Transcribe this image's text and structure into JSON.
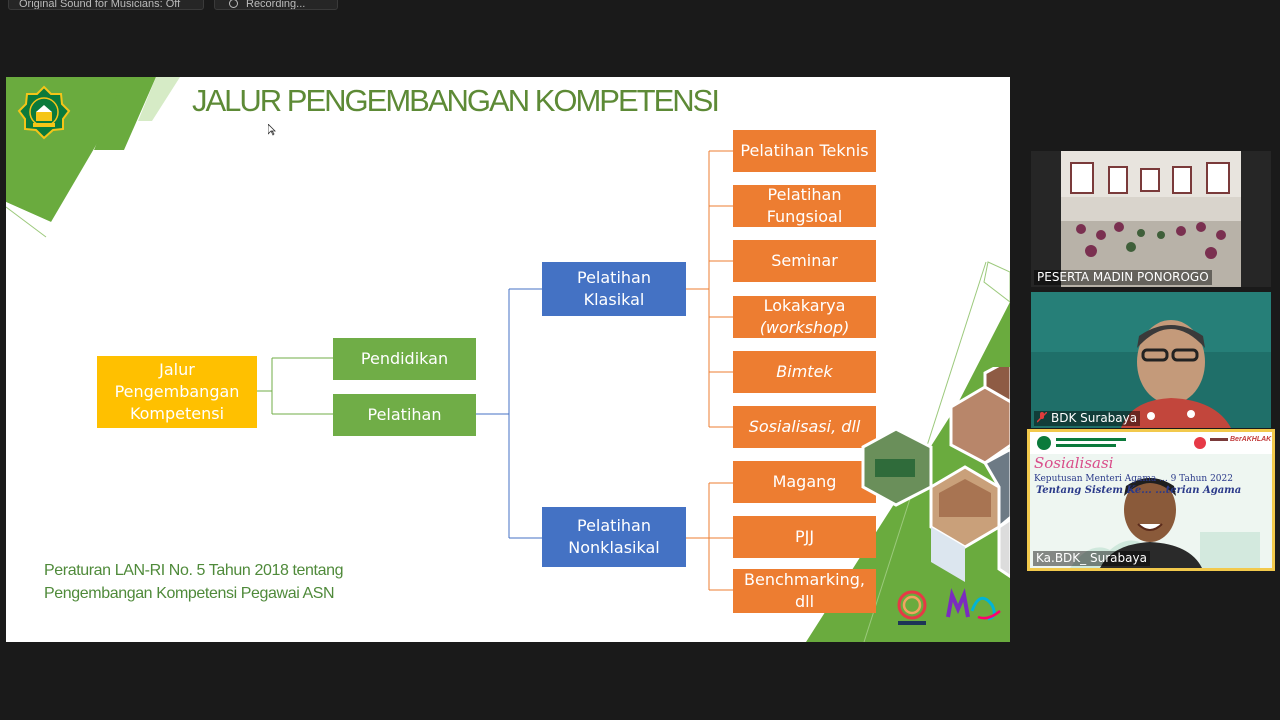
{
  "toolbar": {
    "left_pill": "Original Sound for Musicians: Off",
    "recording": "Recording..."
  },
  "slide": {
    "title": "JALUR PENGEMBANGAN KOMPETENSI",
    "root": {
      "line1": "Jalur",
      "line2": "Pengembangan",
      "line3": "Kompetensi"
    },
    "level1": {
      "pendidikan": "Pendidikan",
      "pelatihan": "Pelatihan"
    },
    "level2": {
      "klasikal_l1": "Pelatihan",
      "klasikal_l2": "Klasikal",
      "nonklasikal_l1": "Pelatihan",
      "nonklasikal_l2": "Nonklasikal"
    },
    "klasikal_items": {
      "teknis": "Pelatihan Teknis",
      "fungsional_l1": "Pelatihan",
      "fungsional_l2": "Fungsioal",
      "seminar": "Seminar",
      "lokakarya_l1": "Lokakarya",
      "lokakarya_l2": "(workshop)",
      "bimtek": "Bimtek",
      "sosialisasi": "Sosialisasi, dll"
    },
    "nonklasikal_items": {
      "magang": "Magang",
      "pjj": "PJJ",
      "benchmarking_l1": "Benchmarking,",
      "benchmarking_l2": "dll"
    },
    "regulation": {
      "line1": "Peraturan LAN-RI No. 5 Tahun 2018 tentang",
      "line2": "Pengembangan Kompetensi Pegawai ASN"
    },
    "colors": {
      "title_green": "#5d8a36",
      "yellow": "#ffc000",
      "green": "#70ad47",
      "blue": "#4472c4",
      "orange": "#ed7d31"
    }
  },
  "participants": [
    {
      "name": "PESERTA MADIN PONOROGO"
    },
    {
      "name": "BDK Surabaya",
      "muted": true
    },
    {
      "name": "Ka.BDK_ Surabaya",
      "active_speaker": true,
      "banner": {
        "script_title": "Sosialisasi",
        "line1": "Keputusan Menteri Agama ... 9 Tahun 2022",
        "line2": "Tentang Sistem Ke... ...terian Agama",
        "badge": "BerAKHLAK"
      }
    }
  ]
}
